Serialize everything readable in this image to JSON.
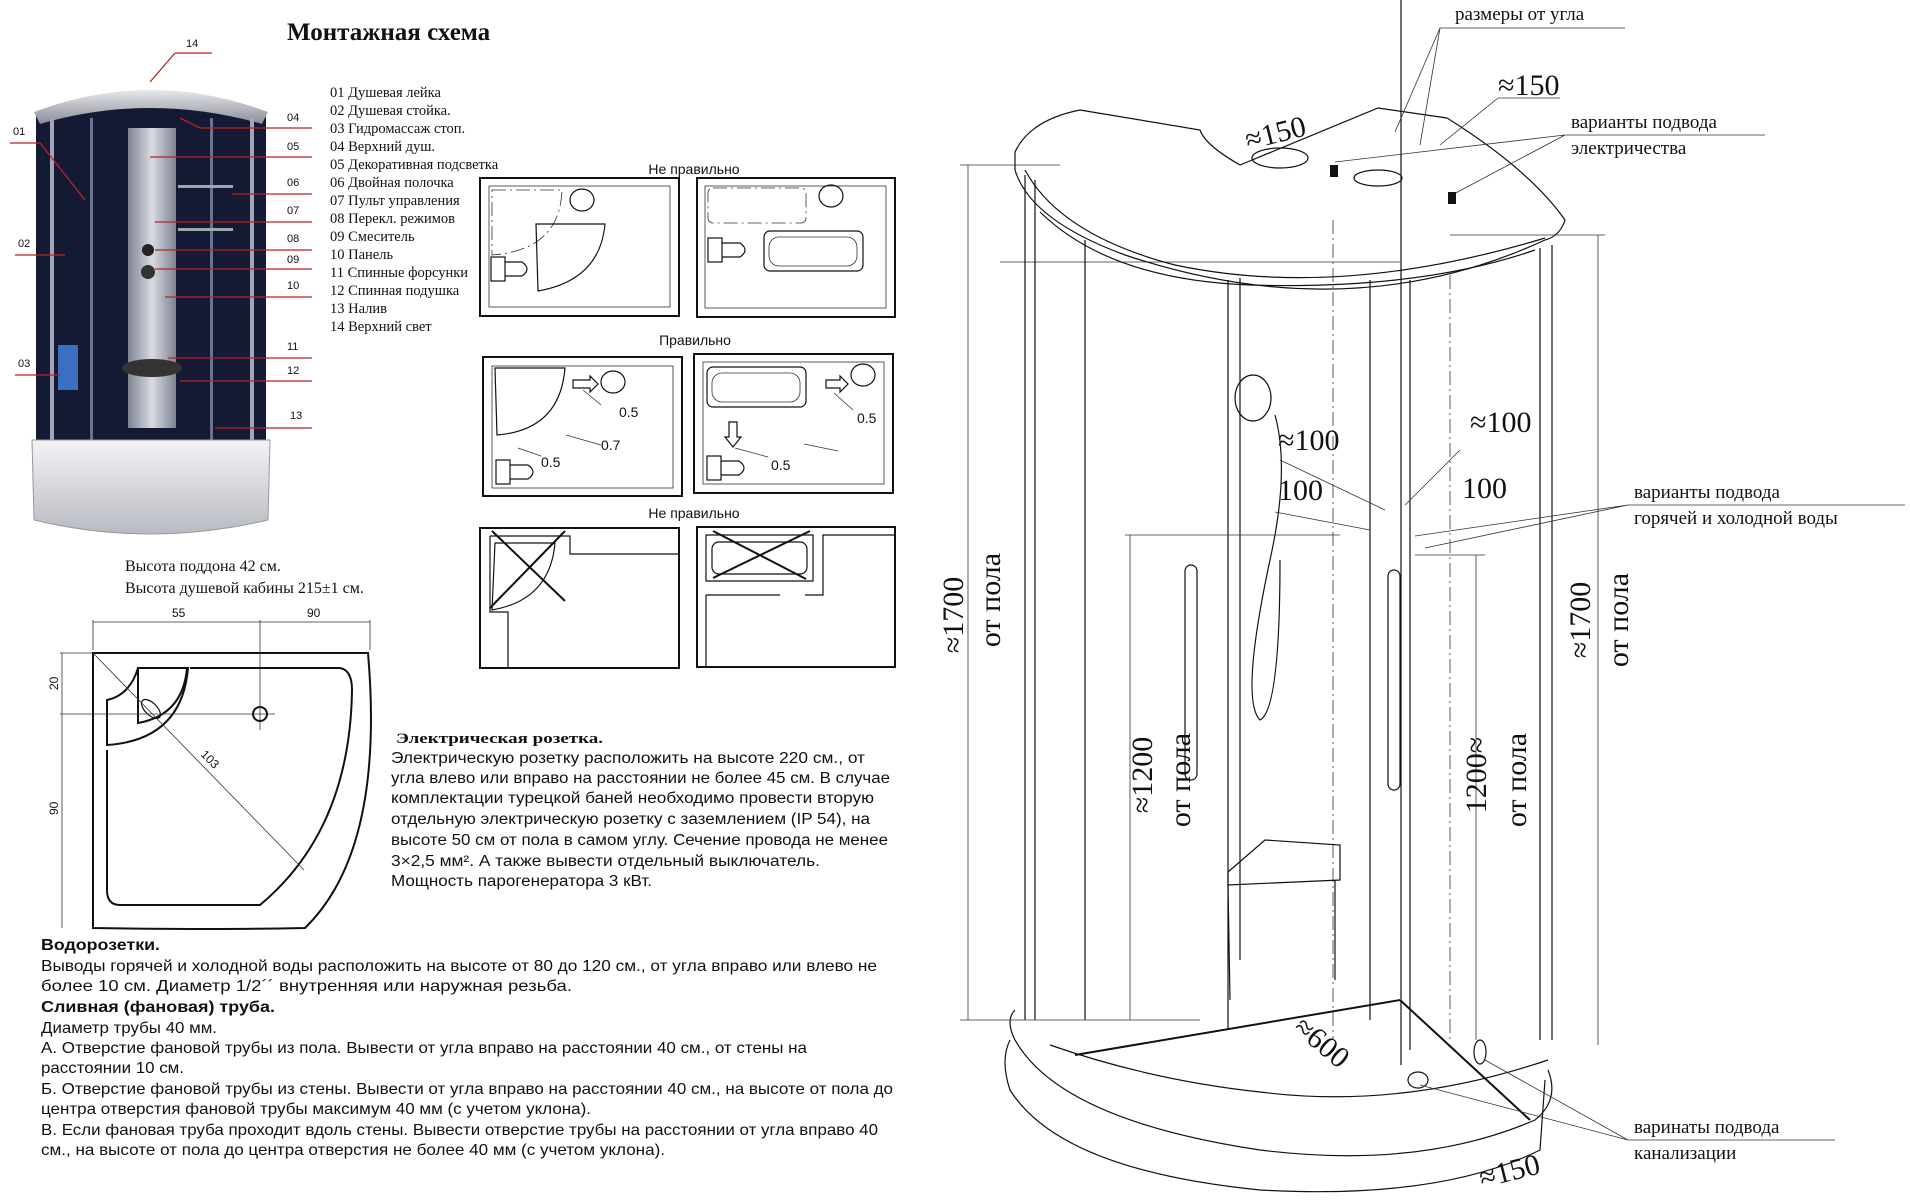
{
  "title": "Монтажная схема",
  "parts": [
    "01 Душевая лейка",
    "02 Душевая стойка.",
    "03 Гидромассаж стоп.",
    "04 Верхний душ.",
    "05 Декоративная подсветка",
    "06 Двойная полочка",
    "07 Пульт управления",
    "08 Перекл. режимов",
    "09 Смеситель",
    "10 Панель",
    "11 Спинные форсунки",
    "12 Спинная подушка",
    "13 Налив",
    "14 Верхний свет"
  ],
  "photo_callouts": [
    "01",
    "02",
    "03",
    "04",
    "05",
    "06",
    "07",
    "08",
    "09",
    "10",
    "11",
    "12",
    "13",
    "14"
  ],
  "heights": [
    "Высота поддона 42 см.",
    "Высота душевой кабины 215±1 см."
  ],
  "tray_dims": {
    "top_left": "55",
    "top_right": "90",
    "side_top": "20",
    "side": "90",
    "diagonal": "103"
  },
  "placement": {
    "wrong_top": "Не правильно",
    "right": "Правильно",
    "wrong_bottom": "Не правильно",
    "left_values": [
      "0.5",
      "0.7",
      "0.5"
    ],
    "right_values": [
      "0.5",
      "0.5"
    ]
  },
  "electric": {
    "heading": "Электрическая  розетка.",
    "lines": [
      " Электрическую розетку расположить на высоте 220 см., от",
      "угла влево или вправо на расстоянии не более 45 см. В случае",
      "комплектации турецкой баней  необходимо провести вторую",
      "отдельную  электрическую розетку с заземлением (IP 54), на",
      "высоте 50 см от пола в самом углу. Сечение провода не менее",
      "3×2,5 мм². А также вывести отдельный выключатель.",
      "Мощность парогенератора 3 кВт."
    ]
  },
  "water": {
    "heading": "Водорозетки.",
    "lines": [
      "Выводы  горячей и холодной воды расположить на высоте от 80 до 120 см., от угла вправо или влево не",
      "более 10 см. Диаметр 1/2´´ внутренняя или наружная резьба."
    ]
  },
  "drain": {
    "heading": "Сливная (фановая) труба.",
    "lines": [
      "Диаметр трубы 40 мм.",
      "А. Отверстие фановой трубы из пола. Вывести от угла вправо на расстоянии 40 см., от стены на",
      "расстоянии 10 см.",
      "Б. Отверстие фановой трубы из стены. Вывести от угла вправо на расстоянии 40 см., на высоте от пола до",
      "центра отверстия фановой трубы максимум 40 мм (с учетом уклона).",
      "В. Если фановая труба проходит вдоль стены. Вывести отверстие трубы на расстоянии от угла вправо 40",
      "см., на высоте от пола до центра отверстия не более 40 мм (с учетом уклона)."
    ]
  },
  "drawing": {
    "corner_sizes": "размеры от угла",
    "elec_dim_right": "≈150",
    "elec_dim_left": "≈150",
    "elec_label_1": "варианты подвода",
    "elec_label_2": "электричества",
    "water_dim_1": "≈100",
    "water_dim_2": "≈100",
    "water_dim_3": "100",
    "water_dim_4": "100",
    "water_label_1": "варианты подвода",
    "water_label_2": "горячей и холодной воды",
    "h1700_left": "≈1700",
    "h1700_left_sub": "от пола",
    "h1700_right": "≈1700",
    "h1700_right_sub": "от пола",
    "h1200_left": "≈1200",
    "h1200_left_sub": "от пола",
    "h1200_right": "1200≈",
    "h1200_right_sub": "от пола",
    "dim_600": "≈600",
    "drain_label_1": "варинаты подвода",
    "drain_label_2": "канализации",
    "drain_dim": "≈150"
  }
}
